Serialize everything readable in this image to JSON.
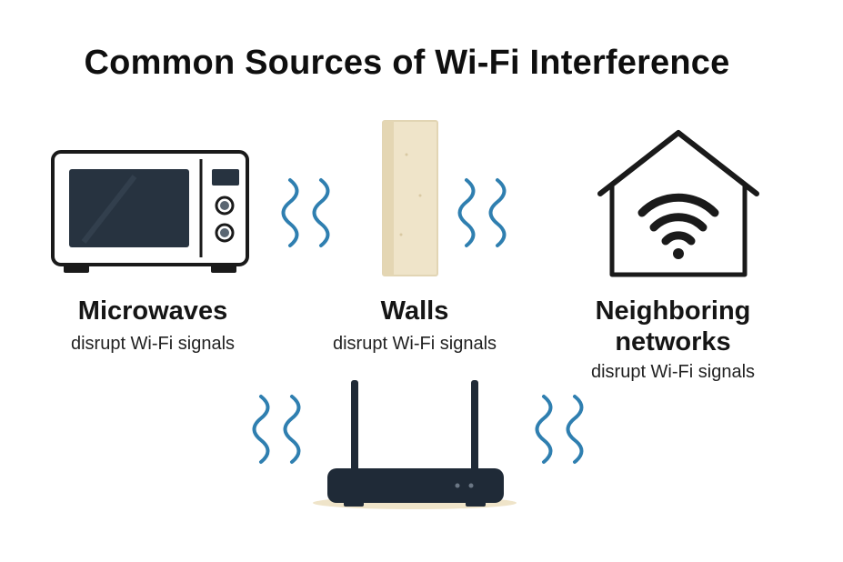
{
  "title": "Common Sources of Wi-Fi Interference",
  "sources": [
    {
      "label": "Microwaves",
      "description": "disrupt Wi-Fi signals",
      "icon": "microwave-icon"
    },
    {
      "label": "Walls",
      "description": "disrupt Wi-Fi signals",
      "icon": "wall-icon"
    },
    {
      "label_lines": [
        "Neighboring",
        "networks"
      ],
      "description": "disrupt Wi-Fi signals",
      "icon": "house-wifi-icon"
    }
  ],
  "center_device": {
    "icon": "router-icon"
  },
  "signal_wave_icon": "wave-icon",
  "colors": {
    "wave": "#2f7fb0",
    "device": "#1f2a37",
    "wall": "#efe4c9",
    "outline": "#1a1a1a"
  }
}
